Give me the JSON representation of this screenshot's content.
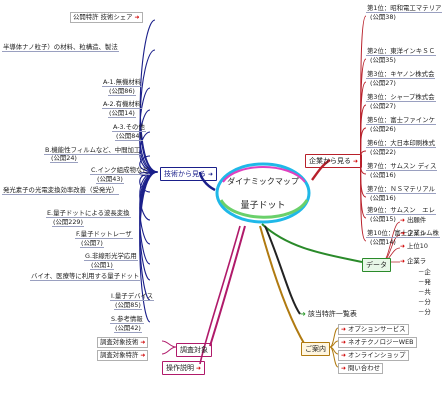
{
  "center": {
    "line1": "ダイナミックマップ",
    "line2": "量子ドット"
  },
  "left_main": {
    "label": "技術から見る"
  },
  "left_nodes": [
    {
      "text": "公開特許 技術シェア",
      "arrow": true
    },
    {
      "text": "半導体ナノ粒子）の材料、粒構造、製法",
      "arrow": false
    },
    {
      "text": "A-1.無機材料",
      "arrow": false
    },
    {
      "text": "(公開86)",
      "arrow": false
    },
    {
      "text": "A-2.有機材料",
      "arrow": false
    },
    {
      "text": "(公開14)",
      "arrow": false
    },
    {
      "text": "A-3.その他",
      "arrow": false
    },
    {
      "text": "(公開84)",
      "arrow": false
    },
    {
      "text": "B.機能性フィルムなど、中間加工",
      "arrow": false
    },
    {
      "text": "(公開24)",
      "arrow": false
    },
    {
      "text": "C.インク組成物など",
      "arrow": false
    },
    {
      "text": "(公開43)",
      "arrow": false
    },
    {
      "text": "発光素子の光電変換効率改善（受発光）",
      "arrow": false
    },
    {
      "text": "E.量子ドットによる波長変換",
      "arrow": false
    },
    {
      "text": "(公開229)",
      "arrow": false
    },
    {
      "text": "F.量子ドットレーザ",
      "arrow": false
    },
    {
      "text": "(公開7)",
      "arrow": false
    },
    {
      "text": "G.非線形光学応用",
      "arrow": false
    },
    {
      "text": "(公開1)",
      "arrow": false
    },
    {
      "text": "バイオ、医療等に利用する量子ドット",
      "arrow": false
    },
    {
      "text": "I.量子デバイス",
      "arrow": false
    },
    {
      "text": "(公開85)",
      "arrow": false
    },
    {
      "text": "S.参考情報",
      "arrow": false
    },
    {
      "text": "(公開42)",
      "arrow": false
    }
  ],
  "survey": {
    "label": "調査対象",
    "items": [
      {
        "text": "調査対象技術"
      },
      {
        "text": "調査対象特許"
      }
    ]
  },
  "howto": {
    "label": "操作説明"
  },
  "right_main": {
    "label": "企業から見る"
  },
  "companies": [
    {
      "name": "第1位：昭和電工マテリア",
      "count": "(公開38)"
    },
    {
      "name": "第2位：東洋インキＳＣ",
      "count": "(公開35)"
    },
    {
      "name": "第3位：キヤノン株式会",
      "count": "(公開27)"
    },
    {
      "name": "第3位：シャープ株式会",
      "count": "(公開27)"
    },
    {
      "name": "第5位：富士ファインケ",
      "count": "(公開26)"
    },
    {
      "name": "第6位：大日本印刷株式",
      "count": "(公開22)"
    },
    {
      "name": "第7位：サムスン ディス",
      "count": "(公開16)"
    },
    {
      "name": "第7位：ＮＳマテリアル",
      "count": "(公開16)"
    },
    {
      "name": "第9位：サムスン　エレ",
      "count": "(公開15)"
    },
    {
      "name": "第10位：富士フイルム株",
      "count": "(公開14)"
    }
  ],
  "data_branch": {
    "label": "データ",
    "items": [
      "出願件",
      "企業シ",
      "上位10",
      "企業ラ"
    ],
    "sub_items": [
      "企",
      "発",
      "共",
      "分",
      "分"
    ]
  },
  "patent_list": {
    "label": "該当特許一覧表"
  },
  "guide": {
    "label": "ご案内",
    "items": [
      {
        "text": "オプションサービス"
      },
      {
        "text": "ネオテクノロジーWEB"
      },
      {
        "text": "オンラインショップ"
      },
      {
        "text": "問い合わせ"
      }
    ]
  },
  "colors": {
    "left_branch": "#1a1f8a",
    "right_branch": "#b8202a",
    "data_branch": "#2a8a2a",
    "survey_branch": "#b01a6a",
    "guide_branch": "#b07a10",
    "center_blue": "#1fb8e8",
    "center_green": "#6ad06a",
    "center_magenta": "#e040c0"
  }
}
